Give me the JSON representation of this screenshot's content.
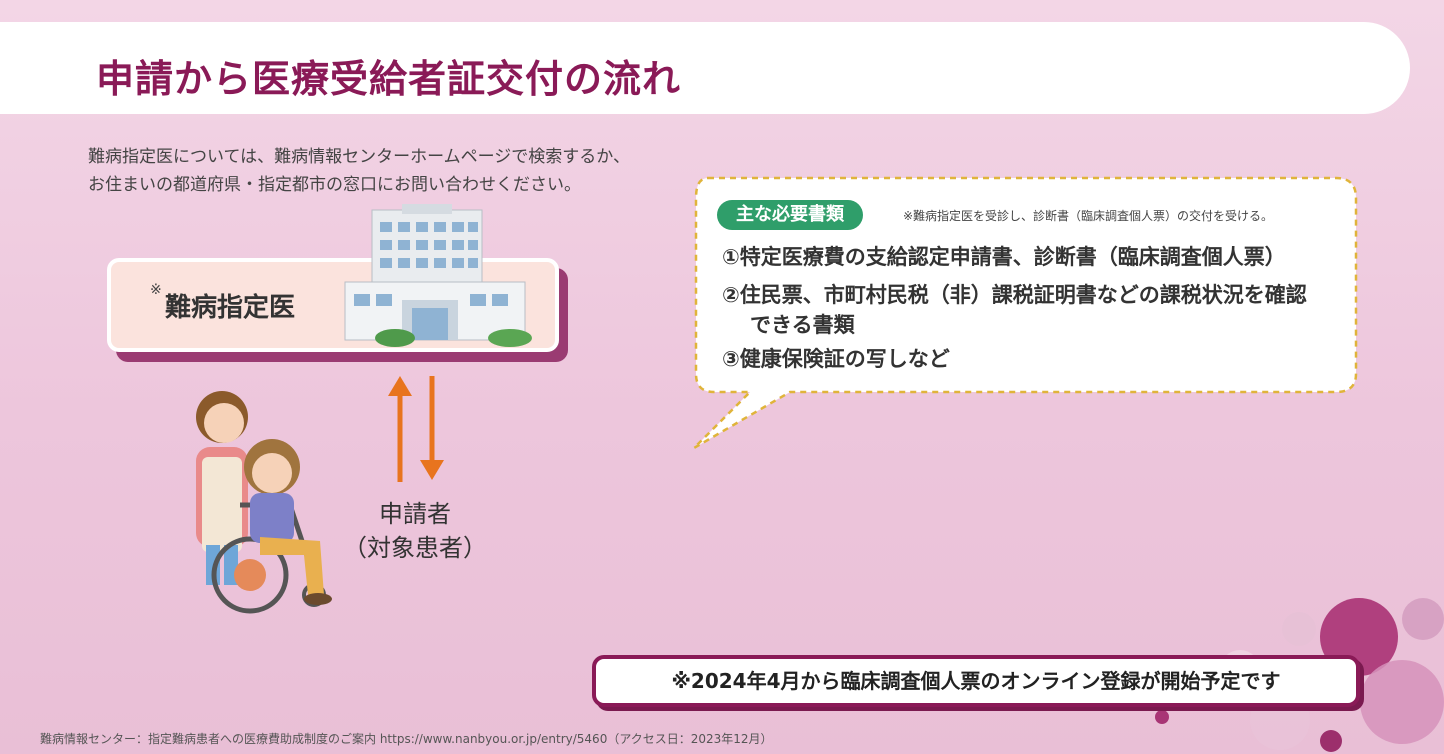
{
  "title": "申請から医療受給者証交付の流れ",
  "intro": {
    "line1": "難病指定医については、難病情報センターホームページで検索するか、",
    "line2": "お住まいの都道府県・指定都市の窓口にお問い合わせください。"
  },
  "doctor_card": {
    "mark": "※",
    "label": "難病指定医"
  },
  "applicant": {
    "line1": "申請者",
    "line2": "（対象患者）"
  },
  "documents": {
    "badge": "主な必要書類",
    "note": "※難病指定医を受診し、診断書（臨床調査個人票）の交付を受ける。",
    "item1": "①特定医療費の支給認定申請書、診断書（臨床調査個人票）",
    "item2a": "②住民票、市町村民税（非）課税証明書などの課税状況を確認",
    "item2b": "できる書類",
    "item3": "③健康保険証の写しなど"
  },
  "notice": "※2024年4月から臨床調査個人票のオンライン登録が開始予定です",
  "footer": "難病情報センター：指定難病患者への医療費助成制度のご案内 https://www.nanbyou.or.jp/entry/5460（アクセス日：2023年12月）",
  "colors": {
    "title": "#8a1a57",
    "badge": "#2f9e6a",
    "arrow": "#e8741e",
    "bubble_border": "#e0b43a",
    "card_shadow": "#9a3b72"
  },
  "icons": [
    "hospital-icon",
    "arrow-up-icon",
    "arrow-down-icon",
    "caregiver-wheelchair-illustration"
  ]
}
